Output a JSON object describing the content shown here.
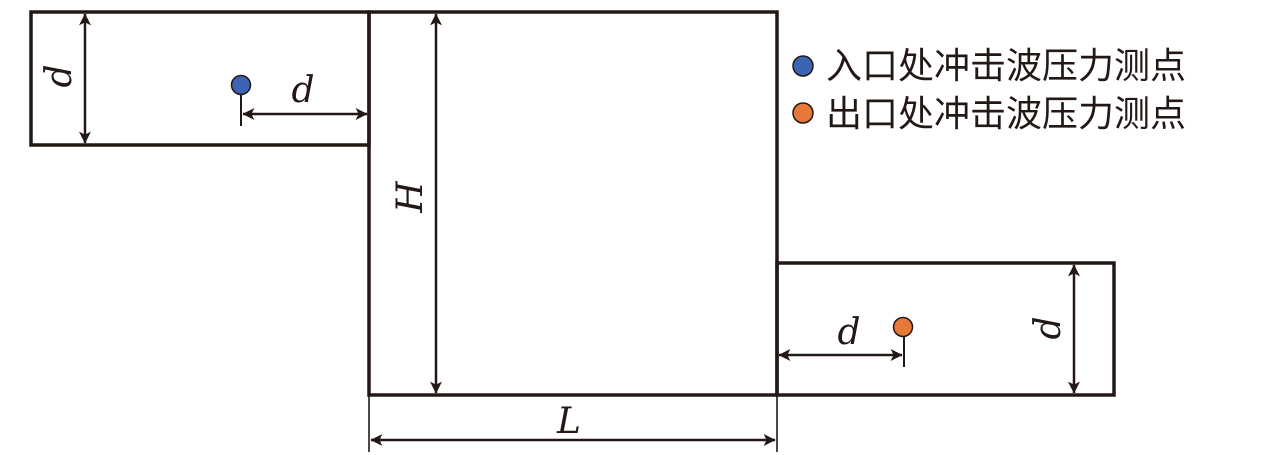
{
  "colors": {
    "line": "#231815",
    "inlet_point": "#3c64b4",
    "outlet_point": "#e6793a",
    "point_stroke": "#231815"
  },
  "dimensions": {
    "inlet_width": "d",
    "inlet_distance": "d",
    "chamber_height": "H",
    "chamber_length": "L",
    "outlet_distance": "d",
    "outlet_width": "d"
  },
  "legend": {
    "items": [
      {
        "label": "入口处冲击波压力测点",
        "color": "#3c64b4"
      },
      {
        "label": "出口处冲击波压力测点",
        "color": "#e6793a"
      }
    ]
  }
}
